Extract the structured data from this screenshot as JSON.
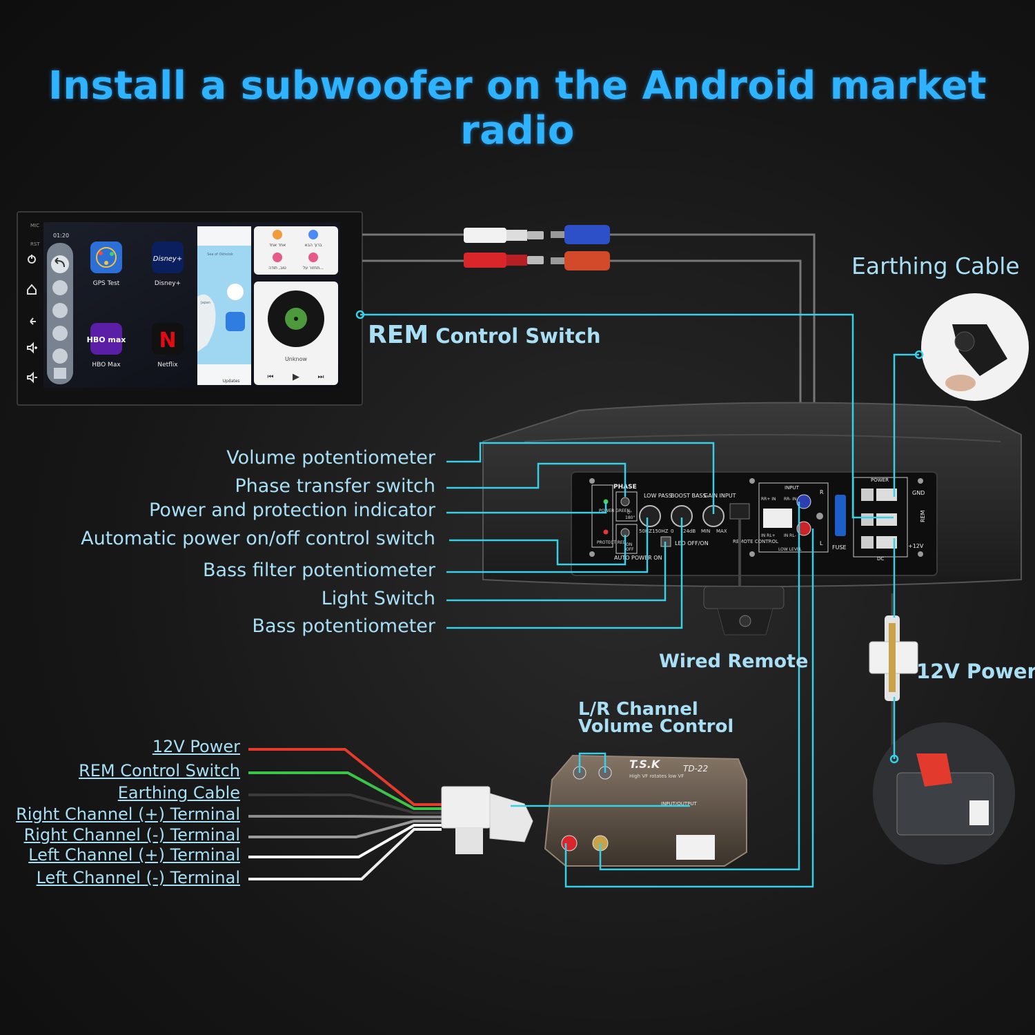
{
  "title": "Install a subwoofer on the Android market radio",
  "head_unit": {
    "side_labels": [
      "MIC",
      "RST"
    ],
    "time": "01:20",
    "apps": [
      "GPS Test",
      "Disney+",
      "HBO Max",
      "Netflix"
    ],
    "app_logos": [
      "Disney+",
      "HBO max",
      "N"
    ],
    "map_labels": [
      "Sea of Okhotsk",
      "Japan"
    ],
    "updates_label": "Updates",
    "contacts": [
      "אחד אחד",
      "ברוך הבא",
      "טוב, תודה",
      "תחזור על..."
    ],
    "media_title": "Unknow"
  },
  "labels": {
    "rem_bold": "REM",
    "rem_rest": "Control Switch",
    "earthing": "Earthing Cable",
    "power12v": "12V Power",
    "wired_remote": "Wired Remote",
    "lr_line1": "L/R Channel",
    "lr_line2": "Volume Control"
  },
  "callouts": [
    "Volume potentiometer",
    "Phase transfer switch",
    "Power and protection indicator",
    "Automatic power on/off control switch",
    "Bass filter potentiometer",
    "Light Switch",
    "Bass potentiometer"
  ],
  "wires": [
    {
      "label": "12V Power",
      "color": "#e53b2e"
    },
    {
      "label": "REM Control Switch",
      "color": "#3ec34a"
    },
    {
      "label": "Earthing Cable",
      "color": "#3a3a3a"
    },
    {
      "label": "Right Channel (+) Terminal",
      "color": "#8c8c8c"
    },
    {
      "label": "Right Channel (-) Terminal",
      "color": "#9a9a9a"
    },
    {
      "label": "Left Channel (+) Terminal",
      "color": "#ffffff"
    },
    {
      "label": "Left Channel (-) Terminal",
      "color": "#eeeeee"
    }
  ],
  "panel": {
    "phase": "PHASE",
    "phase_0": "0°",
    "phase_180": "180°",
    "power_green": "POWER GREEN",
    "protect_red": "PROTECT RED",
    "on": "ON",
    "off": "OFF",
    "low_pass": "LOW PASS",
    "boost_bass": "BOOST BASS",
    "gain_input": "GAIN INPUT",
    "hz50": "50HZ",
    "hz150": "150HZ",
    "db0": "0",
    "db24": "24dB",
    "min": "MIN",
    "max": "MAX",
    "auto_power": "AUTO POWER ON",
    "led": "LED OFF/ON",
    "remote_control": "REMOTE CONTROL",
    "input": "INPUT",
    "rr_in": "RR+ IN",
    "rr_minus": "RR- IN",
    "rl_in": "IN RL+",
    "rl_minus": "IN RL-",
    "low_level": "LOW LEVEL",
    "r": "R",
    "l": "L",
    "fuse": "FUSE",
    "power": "POWER",
    "gnd": "GND",
    "rem": "REM",
    "plus12v": "+12V",
    "dc": "DC"
  },
  "converter": {
    "brand": "T.S.K",
    "model": "TD-22",
    "tag": "High VF rotates low VF",
    "io": "INPUT/OUTPUT"
  },
  "colors": {
    "title": "#2fb3ff",
    "line": "#38d0e6",
    "label": "#a8dff5"
  }
}
